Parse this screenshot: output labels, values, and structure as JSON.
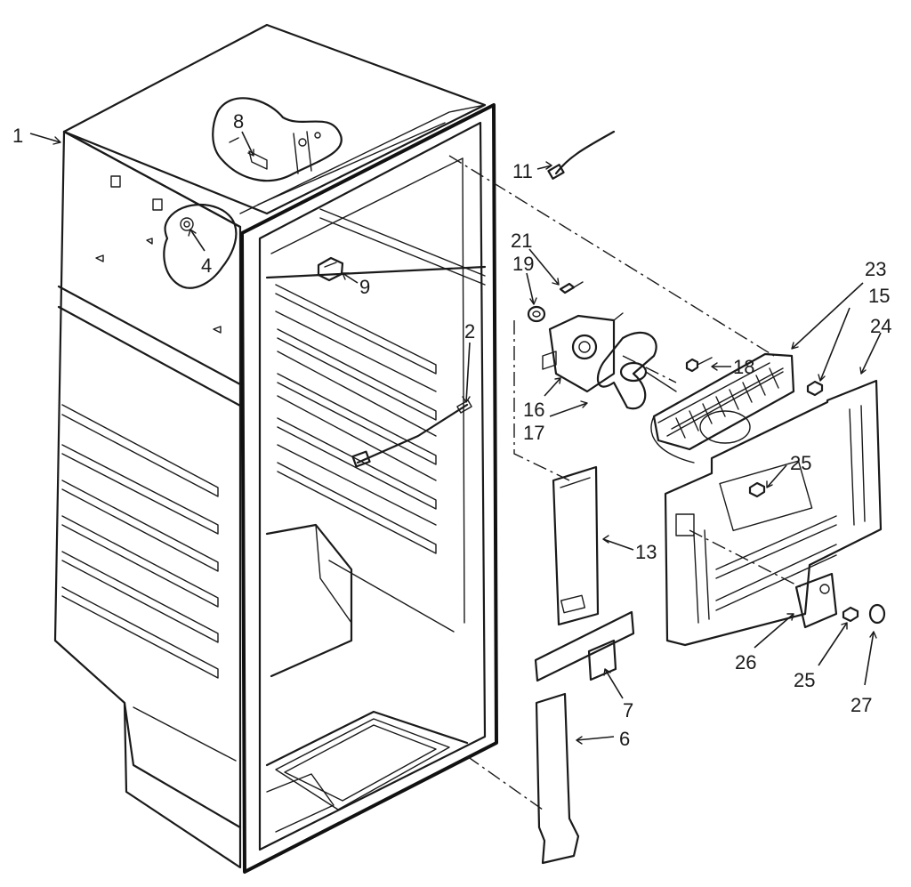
{
  "parts": {
    "p1": "1",
    "p2": "2",
    "p4": "4",
    "p6": "6",
    "p7": "7",
    "p8": "8",
    "p9": "9",
    "p11": "11",
    "p13": "13",
    "p15": "15",
    "p16": "16",
    "p17": "17",
    "p18": "18",
    "p19": "19",
    "p21": "21",
    "p23": "23",
    "p24": "24",
    "p25a": "25",
    "p25b": "25",
    "p26": "26",
    "p27": "27"
  }
}
